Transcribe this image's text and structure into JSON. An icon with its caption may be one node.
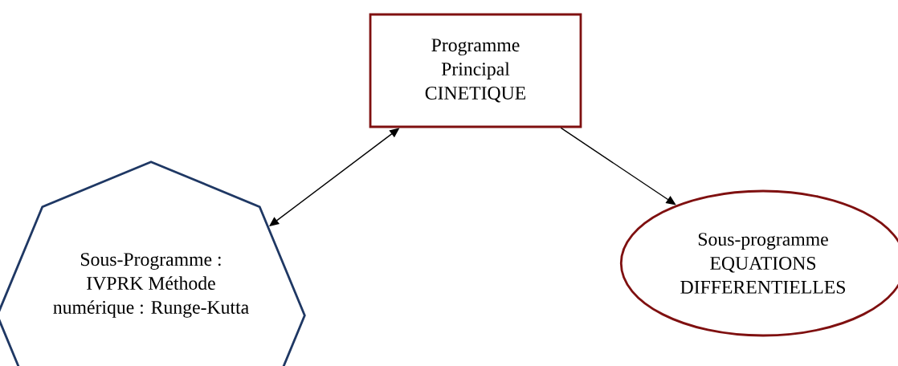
{
  "diagram": {
    "nodes": [
      {
        "text": [
          "Programme Principal CINETIQUE"
        ]
      },
      {
        "text": [
          "Sous-Programme : IVPRK Méthode numérique : Runge-Kutta"
        ]
      },
      {
        "text": [
          "Sous-programme EQUATIONS DIFFERENTIELLES"
        ]
      }
    ],
    "edges": [
      {
        "from": 0,
        "to": 1,
        "arrow": "both"
      },
      {
        "from": 0,
        "to": 2,
        "arrow": "to"
      }
    ]
  }
}
